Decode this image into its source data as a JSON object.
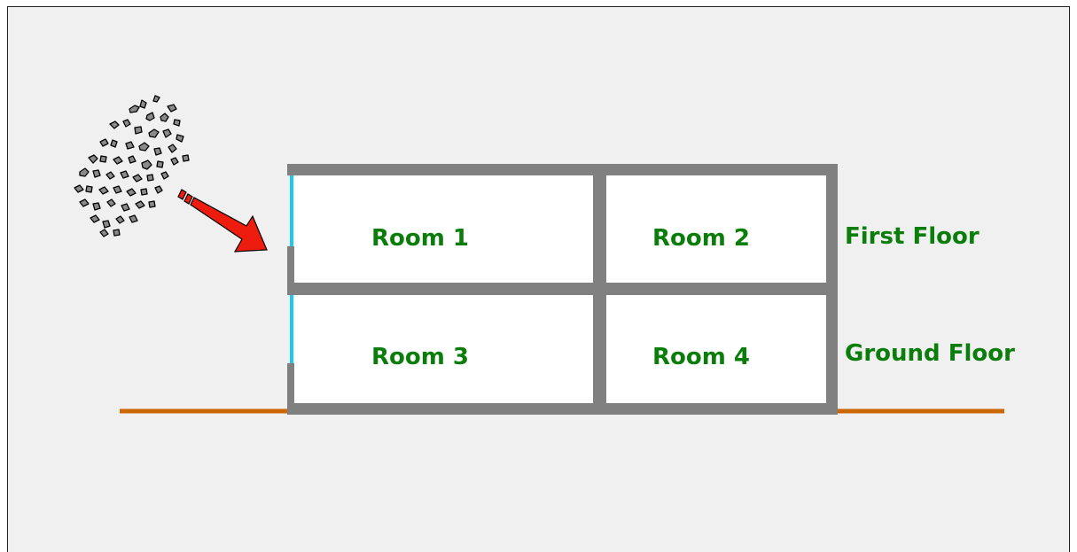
{
  "colors": {
    "background": "#f0f0f0",
    "wall": "#808080",
    "room_fill": "#ffffff",
    "window": "#1ec8f0",
    "ground_line": "#cc6600",
    "label": "#0a7d0a",
    "arrow": "#ee1c0e",
    "debris": "#808080"
  },
  "icons": {
    "debris": "debris-cluster-icon",
    "arrow": "impact-arrow-icon"
  },
  "rooms": {
    "room1": "Room 1",
    "room2": "Room 2",
    "room3": "Room 3",
    "room4": "Room 4"
  },
  "floors": {
    "first": "First Floor",
    "ground": "Ground Floor"
  }
}
